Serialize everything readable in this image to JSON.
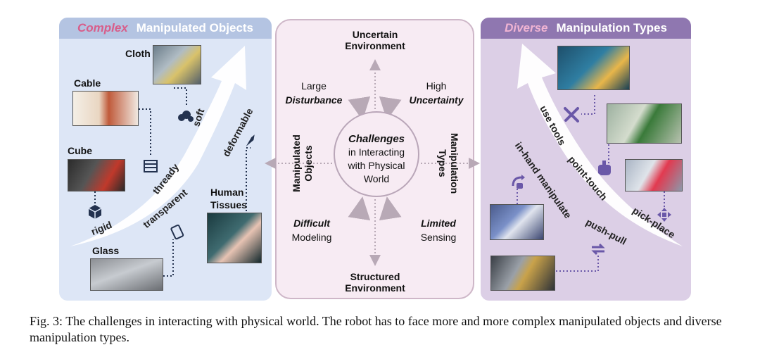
{
  "left_panel": {
    "title_accent": "Complex",
    "title_main": "Manipulated Objects",
    "objects": {
      "cloth": "Cloth",
      "cable": "Cable",
      "cube": "Cube",
      "glass": "Glass",
      "tissues_line1": "Human",
      "tissues_line2": "Tissues"
    },
    "properties": {
      "soft": "soft",
      "deformable": "deformable",
      "thready": "thready",
      "transparent": "transparent",
      "rigid": "rigid"
    }
  },
  "center_panel": {
    "top_line1": "Uncertain",
    "top_line2": "Environment",
    "bottom_line1": "Structured",
    "bottom_line2": "Environment",
    "top_left_line1": "Large",
    "top_left_line2": "Disturbance",
    "top_right_line1": "High",
    "top_right_line2": "Uncertainty",
    "bottom_left_line1": "Difficult",
    "bottom_left_line2": "Modeling",
    "bottom_right_line1": "Limited",
    "bottom_right_line2": "Sensing",
    "left_vertical": "Manipulated Objects",
    "right_vertical": "Manipulation Types",
    "circle_line1": "Challenges",
    "circle_line2": "in Interacting",
    "circle_line3": "with Physical",
    "circle_line4": "World"
  },
  "right_panel": {
    "title_accent": "Diverse",
    "title_main": "Manipulation Types",
    "types": {
      "use_tools": "use tools",
      "point_touch": "point-touch",
      "pick_place": "pick-place",
      "in_hand": "in-hand manipulate",
      "push_pull": "push-pull"
    }
  },
  "caption": "Fig. 3: The challenges in interacting with physical world. The robot has to face more and more complex manipulated objects and diverse manipulation types.",
  "colors": {
    "left_bg": "#dde6f6",
    "left_header": "#b4c4e2",
    "right_bg": "#dccfe6",
    "right_header": "#8f77b0",
    "center_bg": "#f7ebf3",
    "icon_left": "#23324f",
    "icon_right": "#6a58a8"
  }
}
